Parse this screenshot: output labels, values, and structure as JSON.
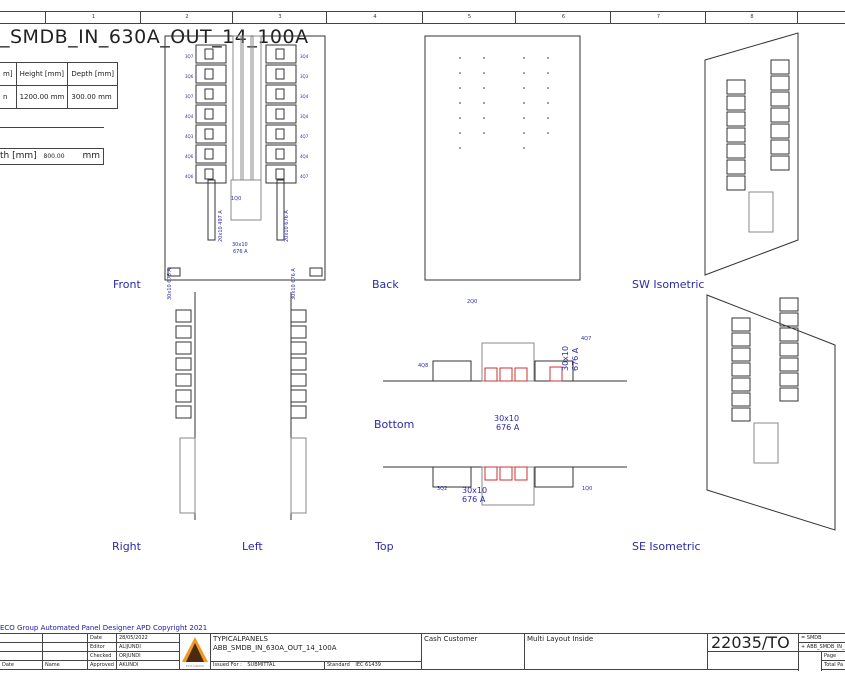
{
  "ruler": {
    "columns": [
      "1",
      "2",
      "3",
      "4",
      "5",
      "6",
      "7",
      "8"
    ]
  },
  "drawing_title": "_SMDB_IN_630A_OUT_14_100A",
  "dimensions_table": {
    "headers": [
      "m]",
      "Height [mm]",
      "Depth [mm]"
    ],
    "values": [
      "n",
      "1200.00 mm",
      "300.00 mm"
    ]
  },
  "depth_field": {
    "label": "th [mm]",
    "value": "800.00",
    "unit": "mm"
  },
  "views": {
    "front": "Front",
    "back": "Back",
    "sw_isometric": "SW Isometric",
    "bottom": "Bottom",
    "right": "Right",
    "left": "Left",
    "top": "Top",
    "se_isometric": "SE Isometric"
  },
  "front_labels": {
    "left_breakers": [
      "3Q7",
      "3Q6",
      "3Q7",
      "4Q4",
      "4Q3",
      "4Q6",
      "4Q6"
    ],
    "right_breakers": [
      "3Q4",
      "3Q3",
      "3Q4",
      "3Q4",
      "4Q7",
      "4Q4",
      "4Q7"
    ],
    "main_breaker": "1Q0",
    "busbar_left": "20x10 497 A",
    "busbar_center_1": "30x10",
    "busbar_center_2": "676 A",
    "busbar_right": "20x10 676 A"
  },
  "bottom_labels": {
    "q0": "2Q0",
    "q7": "4Q7",
    "q8": "4Q8",
    "bar_1": "30x10",
    "bar_2": "676 A",
    "center_1": "30x10",
    "center_2": "676 A"
  },
  "top_labels": {
    "q2": "3Q2",
    "q0": "1Q0",
    "bar_1": "30x10",
    "bar_2": "676 A"
  },
  "side_labels": {
    "bar": "30x10 676 A"
  },
  "copyright": "ECO Group Automated Panel Designer APD Copyright 2021",
  "title_block": {
    "date_label": "Date",
    "date_value": "28/05/2022",
    "editor_label": "Editor",
    "editor_value": "ALIJUNDI",
    "checked_label": "Checked",
    "checked_value": "ORJUNDI",
    "approved_label": "Approved",
    "approved_value": "AKUNDI",
    "rev_date_header": "Date",
    "rev_name_header": "Name",
    "logo_caption": "ECO GROUP",
    "project_type": "TYPICALPANELS",
    "project_name": "ABB_SMDB_IN_630A_OUT_14_100A",
    "issued_for_label": "Issued For :",
    "issued_for_value": "SUBMITTAL",
    "standard_label": "Standard",
    "standard_value": "IEC 61439",
    "customer": "Cash Customer",
    "layout": "Multi Layout Inside",
    "drawing_number": "22035/TO",
    "ref_1": "= SMDB",
    "ref_2": "+ ABB_SMDB_IN_",
    "page_label": "Page",
    "total_pages_label": "Total Pa"
  },
  "colors": {
    "line": "#333333",
    "annotation": "#2a2aa8",
    "terminal": "#cc3333",
    "logo_orange": "#f29a1f",
    "logo_brown": "#4a2a12"
  }
}
